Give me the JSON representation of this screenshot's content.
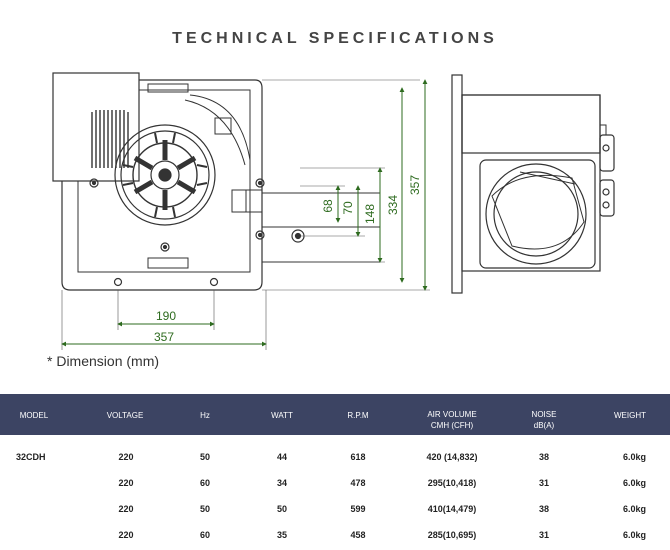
{
  "title": "TECHNICAL SPECIFICATIONS",
  "dimension_note": "* Dimension (mm)",
  "dimensions": {
    "d68": "68",
    "d70": "70",
    "d148": "148",
    "d334": "334",
    "d357v": "357",
    "d190": "190",
    "d357h": "357"
  },
  "colors": {
    "header_bg": "#3c4463",
    "dimension_line": "#2e6b1f",
    "outline": "#333333"
  },
  "table": {
    "headers": [
      {
        "l1": "MODEL",
        "l2": ""
      },
      {
        "l1": "VOLTAGE",
        "l2": ""
      },
      {
        "l1": "Hz",
        "l2": ""
      },
      {
        "l1": "WATT",
        "l2": ""
      },
      {
        "l1": "R.P.M",
        "l2": ""
      },
      {
        "l1": "AIR VOLUME",
        "l2": "CMH (CFH)"
      },
      {
        "l1": "NOISE",
        "l2": "dB(A)"
      },
      {
        "l1": "WEIGHT",
        "l2": ""
      }
    ],
    "rows": [
      [
        "32CDH",
        "220",
        "50",
        "44",
        "618",
        "420 (14,832)",
        "38",
        "6.0kg"
      ],
      [
        "",
        "220",
        "60",
        "34",
        "478",
        "295(10,418)",
        "31",
        "6.0kg"
      ],
      [
        "",
        "220",
        "50",
        "50",
        "599",
        "410(14,479)",
        "38",
        "6.0kg"
      ],
      [
        "",
        "220",
        "60",
        "35",
        "458",
        "285(10,695)",
        "31",
        "6.0kg"
      ]
    ]
  }
}
